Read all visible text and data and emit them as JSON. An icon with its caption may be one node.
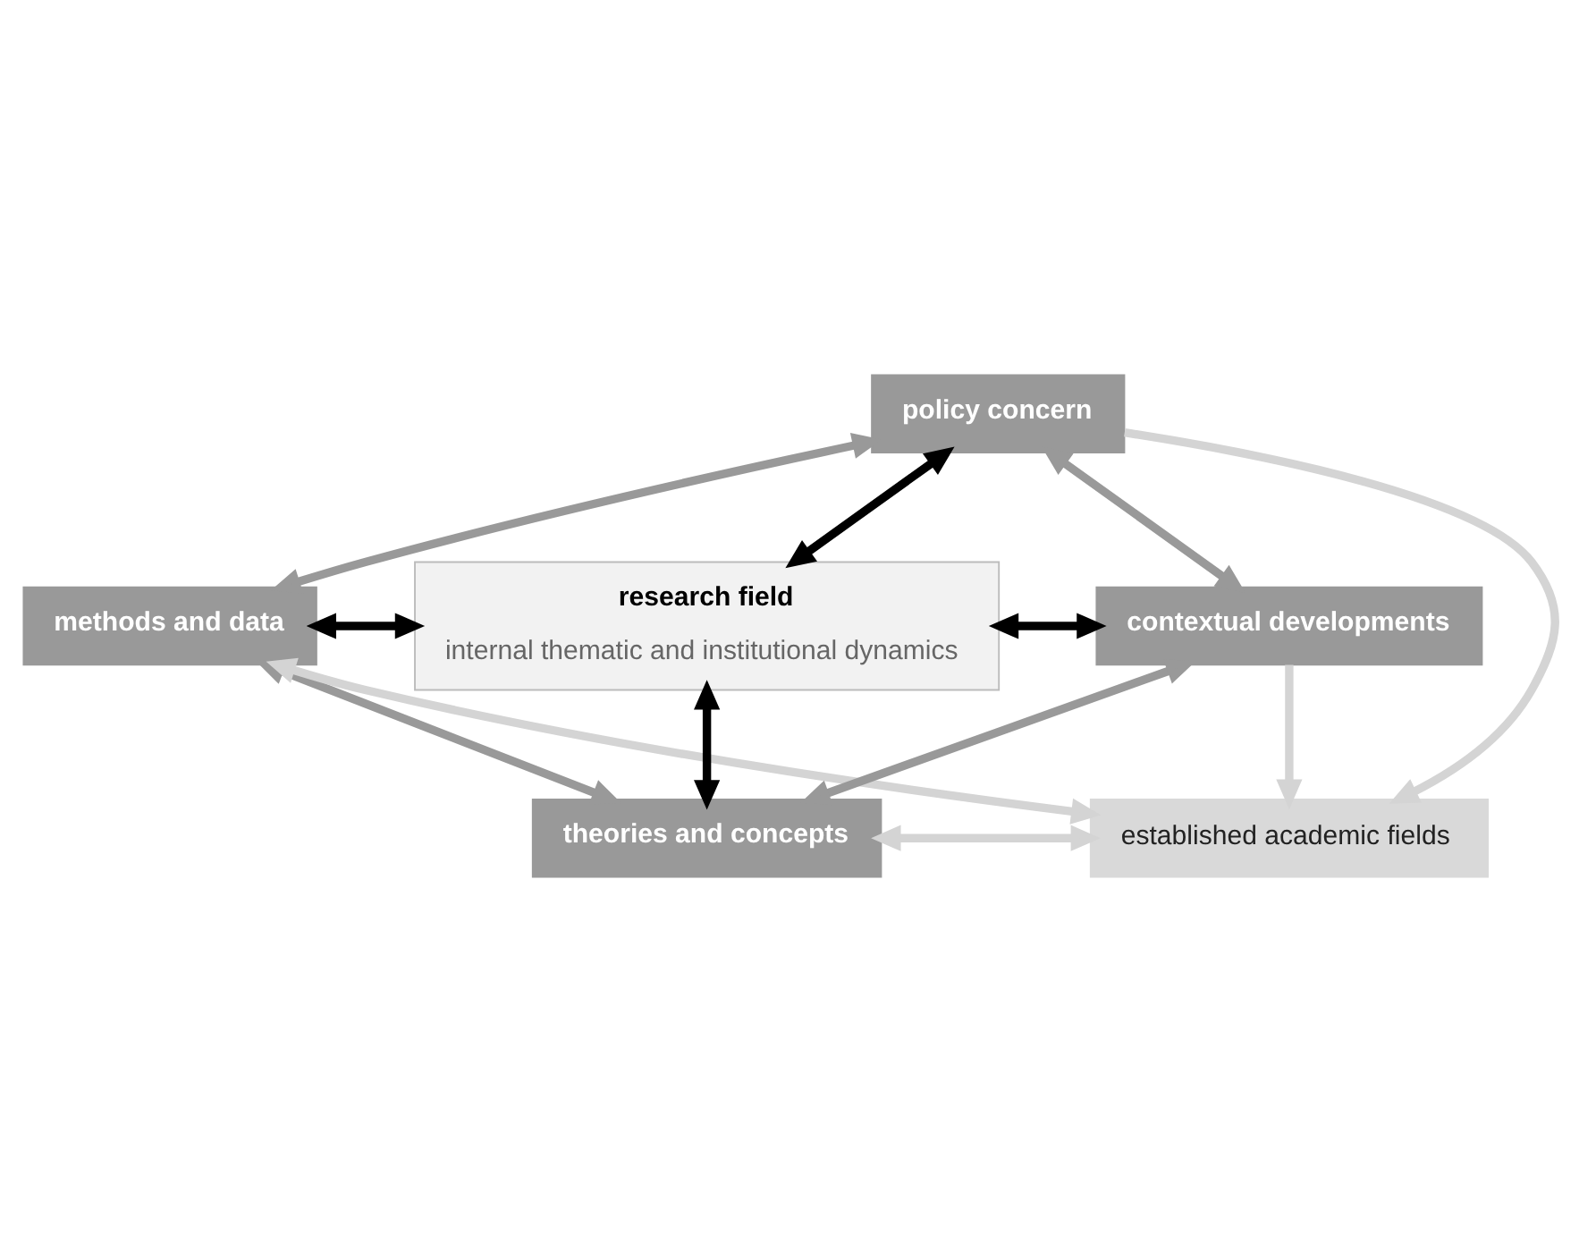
{
  "diagram": {
    "nodes": [
      {
        "text": [
          "policy concern"
        ]
      },
      {
        "text": [
          "methods and data"
        ]
      },
      {
        "text": [
          "research field",
          "internal thematic and institutional dynamics"
        ]
      },
      {
        "text": [
          "contextual developments"
        ]
      },
      {
        "text": [
          "theories and concepts"
        ]
      },
      {
        "text": [
          "established academic fields"
        ]
      }
    ],
    "edges": [
      {
        "from": 0,
        "to": 2,
        "arrow": "both",
        "color": "#000000"
      },
      {
        "from": 1,
        "to": 2,
        "arrow": "both",
        "color": "#000000"
      },
      {
        "from": 2,
        "to": 3,
        "arrow": "both",
        "color": "#000000"
      },
      {
        "from": 2,
        "to": 4,
        "arrow": "both",
        "color": "#000000"
      },
      {
        "from": 0,
        "to": 1,
        "arrow": "both",
        "color": "#999999"
      },
      {
        "from": 0,
        "to": 3,
        "arrow": "both",
        "color": "#999999"
      },
      {
        "from": 1,
        "to": 4,
        "arrow": "both",
        "color": "#999999"
      },
      {
        "from": 3,
        "to": 4,
        "arrow": "both",
        "color": "#999999"
      },
      {
        "from": 1,
        "to": 5,
        "arrow": "both",
        "color": "#d4d4d4"
      },
      {
        "from": 5,
        "to": 4,
        "arrow": "both",
        "color": "#d4d4d4"
      },
      {
        "from": 0,
        "to": 5,
        "arrow": "to",
        "color": "#d4d4d4"
      },
      {
        "from": 3,
        "to": 5,
        "arrow": "to",
        "color": "#d4d4d4"
      }
    ]
  }
}
